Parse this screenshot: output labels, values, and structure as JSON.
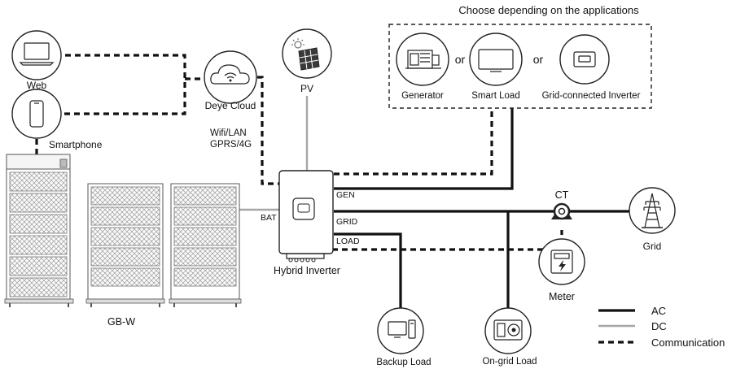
{
  "header": {
    "applications_title": "Choose depending on the applications"
  },
  "devices": {
    "web": "Web",
    "smartphone": "Smartphone",
    "cloud": "Deye Cloud",
    "comm_line1": "Wifi/LAN",
    "comm_line2": "GPRS/4G",
    "pv": "PV",
    "battery": "GB-W",
    "inverter": "Hybrid Inverter",
    "ct": "CT",
    "grid": "Grid",
    "meter": "Meter",
    "backup_load": "Backup Load",
    "ongrid_load": "On-grid Load"
  },
  "applications": {
    "generator": "Generator",
    "or1": "or",
    "smart_load": "Smart Load",
    "or2": "or",
    "grid_inverter": "Grid-connected Inverter"
  },
  "ports": {
    "gen": "GEN",
    "grid": "GRID",
    "load": "LOAD",
    "bat": "BAT"
  },
  "legend": {
    "ac": "AC",
    "dc": "DC",
    "comm": "Communication"
  },
  "colors": {
    "ac": "#111111",
    "dc": "#a6a6a6",
    "comm": "#111111"
  }
}
